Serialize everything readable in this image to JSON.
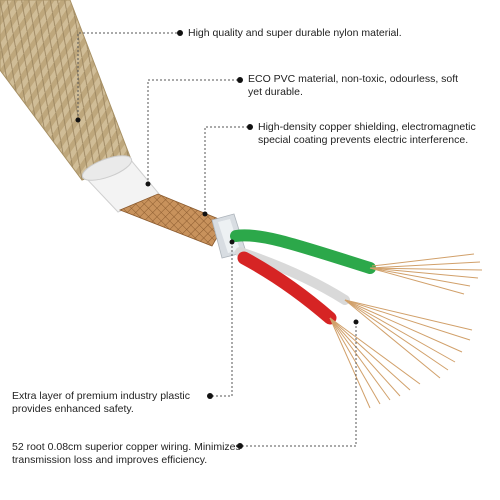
{
  "colors": {
    "nylon": "#cdb88f",
    "nylon_dark": "#a48c5e",
    "pvc": "#f3f3f3",
    "foil": "#d8dde2",
    "shield": "#c8925c",
    "copper": "#d1a06a",
    "wire_green": "#2ca84a",
    "wire_red": "#d62424",
    "wire_white": "#d9d9d9",
    "leader": "#555555",
    "text": "#222222"
  },
  "callouts": [
    {
      "lines": [
        "High quality and super durable nylon material."
      ]
    },
    {
      "lines": [
        "ECO PVC material, non-toxic, odourless, soft",
        "yet durable."
      ]
    },
    {
      "lines": [
        "High-density copper shielding, electromagnetic",
        "special coating prevents electric interference."
      ]
    },
    {
      "lines": [
        "Extra layer of premium industry plastic",
        "provides enhanced safety."
      ]
    },
    {
      "lines": [
        "52 root 0.08cm superior copper wiring. Minimizes",
        "transmission loss  and improves efficiency."
      ]
    }
  ]
}
